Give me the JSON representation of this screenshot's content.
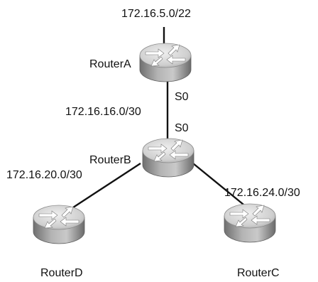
{
  "networks": {
    "routerA_lan": "172.16.5.0/22",
    "ab_link": "172.16.16.0/30",
    "bd_link": "172.16.20.0/30",
    "bc_link": "172.16.24.0/30"
  },
  "interfaces": {
    "routerA_s0": "S0",
    "routerB_s0": "S0"
  },
  "routers": {
    "a": "RouterA",
    "b": "RouterB",
    "c": "RouterC",
    "d": "RouterD"
  },
  "colors": {
    "router_body": "#9a9a9a",
    "router_top": "#d4d4d4",
    "router_arrows": "#ffffff",
    "links": "#111111"
  }
}
